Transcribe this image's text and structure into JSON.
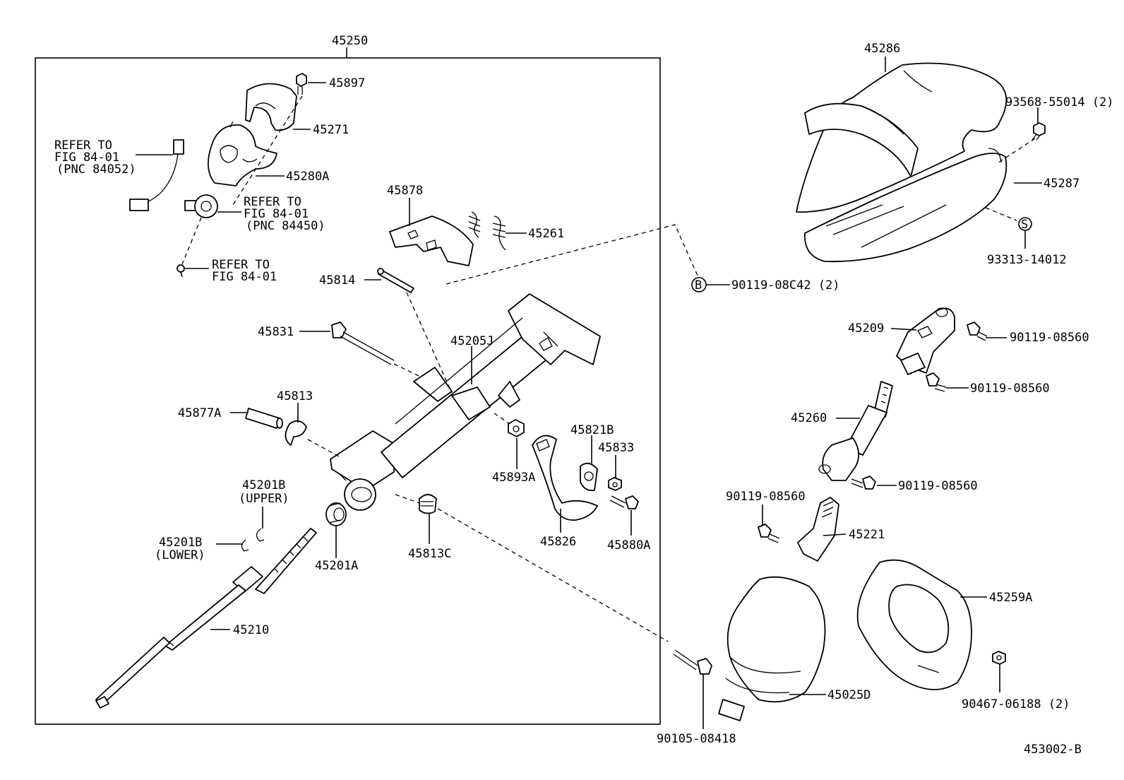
{
  "assembly_label": "45250",
  "diagram_code": "453002-B",
  "callouts": {
    "p45897": "45897",
    "p45271": "45271",
    "p45280A": "45280A",
    "refer1_l1": "REFER TO",
    "refer1_l2": "FIG 84-01",
    "refer1_l3": "(PNC 84052)",
    "refer2_l1": "REFER TO",
    "refer2_l2": "FIG 84-01",
    "refer2_l3": "(PNC 84450)",
    "refer3_l1": "REFER TO",
    "refer3_l2": "FIG 84-01",
    "p45878": "45878",
    "p45261": "45261",
    "p45814": "45814",
    "p45831": "45831",
    "p45205J": "45205J",
    "p45813": "45813",
    "p45877A": "45877A",
    "p45821B": "45821B",
    "p45833": "45833",
    "p45893A": "45893A",
    "p45201B_upper": "45201B",
    "upper": "(UPPER)",
    "p45201B_lower": "45201B",
    "lower": "(LOWER)",
    "p45201A": "45201A",
    "p45813C": "45813C",
    "p45826": "45826",
    "p45880A": "45880A",
    "p45210": "45210",
    "p45286": "45286",
    "p93568": "93568-55014 (2)",
    "p45287": "45287",
    "p93313": "93313-14012",
    "marker_s": "S",
    "marker_b": "B",
    "p90119_08C42": "90119-08C42 (2)",
    "p45209": "45209",
    "bolt_a": "90119-08560",
    "bolt_b": "90119-08560",
    "bolt_c": "90119-08560",
    "bolt_d": "90119-08560",
    "p45260": "45260",
    "p45221": "45221",
    "p45259A": "45259A",
    "p45025D": "45025D",
    "p90105": "90105-08418",
    "p90467": "90467-06188 (2)"
  }
}
